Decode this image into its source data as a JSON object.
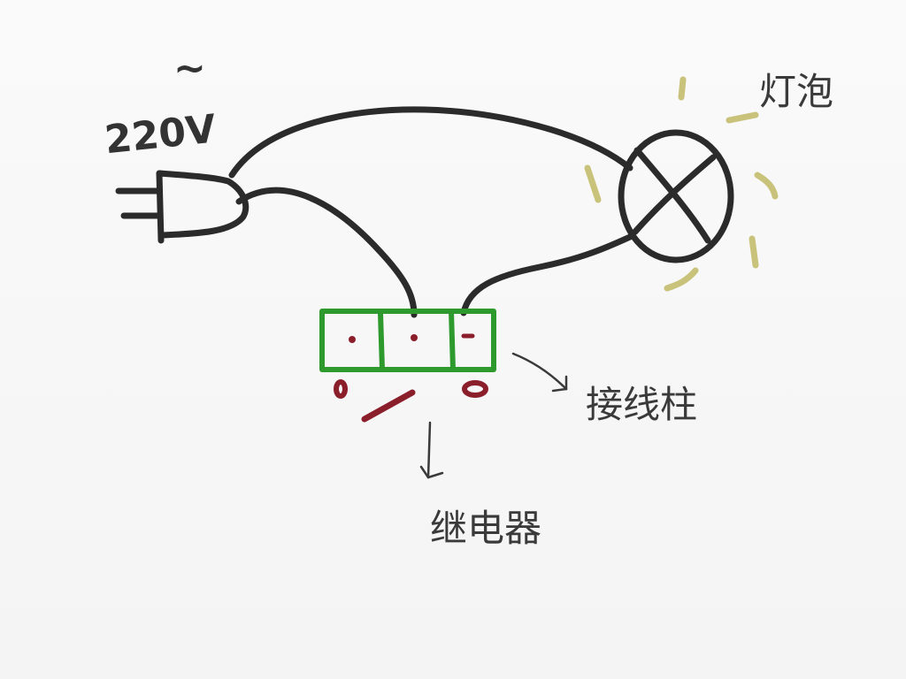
{
  "diagram": {
    "voltage_label": "220V",
    "ac_symbol": "~",
    "bulb_label": "灯泡",
    "terminal_label": "接线柱",
    "relay_label": "继电器"
  },
  "colors": {
    "wire": "#2b2b2b",
    "terminal_block": "#2e9a2e",
    "relay": "#8b1e2b",
    "glow": "#c9c27a",
    "label": "#3a3a3a"
  },
  "icons": [
    "plug-icon",
    "lamp-icon",
    "terminal-block-icon",
    "relay-switch-icon"
  ]
}
